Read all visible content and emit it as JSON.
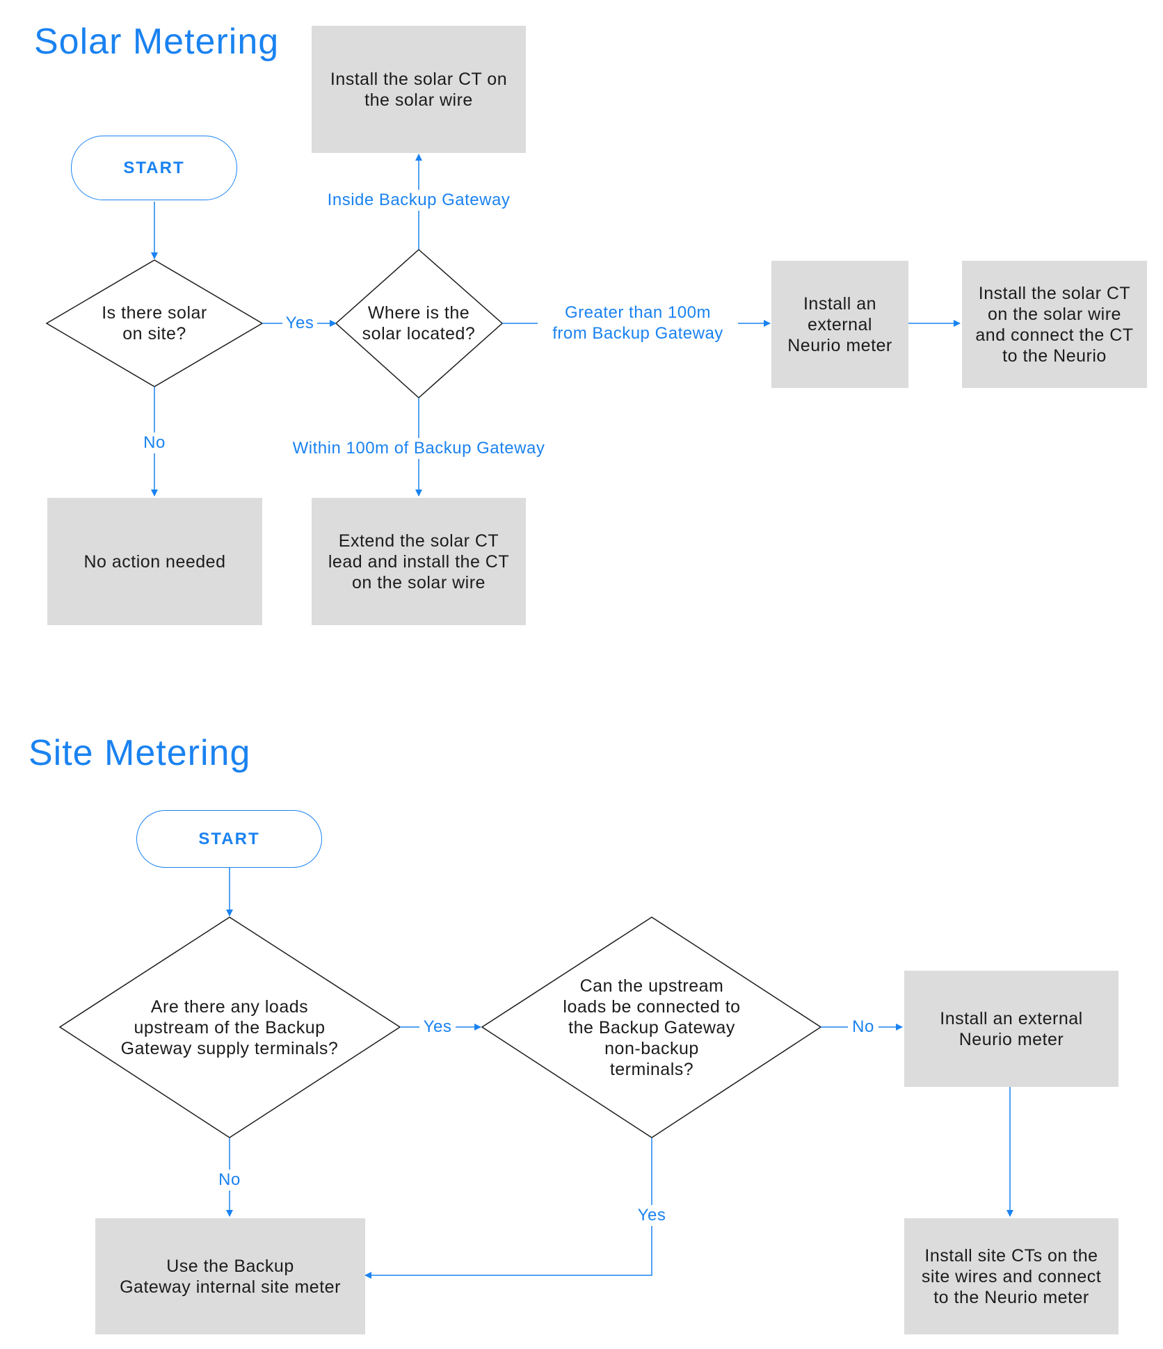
{
  "solar": {
    "heading": "Solar Metering",
    "start": "START",
    "q_solar_on_site": "Is there solar\non site?",
    "q_solar_location": "Where is the\nsolar located?",
    "box_install_ct_inside": "Install the solar CT on\nthe solar wire",
    "box_no_action": "No action needed",
    "box_extend_lead": "Extend the solar CT\nlead and install the CT\non the solar wire",
    "box_install_external_neurio": "Install an\nexternal\nNeurio meter",
    "box_install_ct_connect_neurio": "Install the solar CT\non the solar wire\nand connect the CT\nto the Neurio",
    "edge_yes": "Yes",
    "edge_no": "No",
    "edge_inside_gateway": "Inside Backup Gateway",
    "edge_within_100m": "Within 100m of Backup Gateway",
    "edge_greater_100m": "Greater than 100m\nfrom Backup Gateway"
  },
  "site": {
    "heading": "Site Metering",
    "start": "START",
    "q_loads_upstream": "Are there any loads\nupstream of the Backup\nGateway supply terminals?",
    "q_connect_nonbackup": "Can the upstream\nloads be connected to\nthe Backup Gateway\nnon-backup\nterminals?",
    "box_install_external_neurio": "Install an external\nNeurio meter",
    "box_install_site_cts": "Install site CTs on the\nsite wires and connect\nto the Neurio meter",
    "box_use_internal_meter": "Use the Backup\nGateway internal site meter",
    "edge_yes_1": "Yes",
    "edge_no_1": "No",
    "edge_no_2": "No",
    "edge_yes_2": "Yes"
  },
  "colors": {
    "accent": "#1a82f0",
    "box_fill": "#dcdcdc",
    "text": "#1b1b1b"
  }
}
